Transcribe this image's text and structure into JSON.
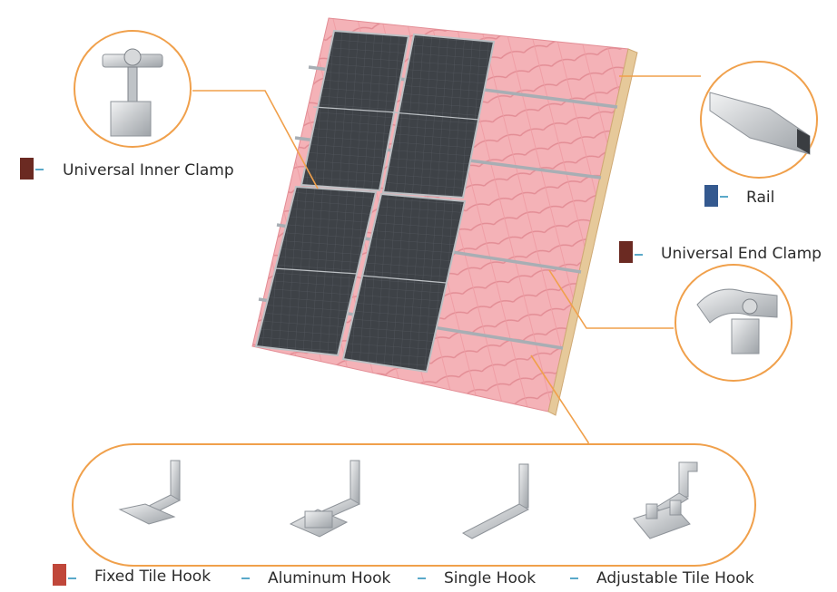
{
  "labels": {
    "inner_clamp": "Universal Inner Clamp",
    "rail": "Rail",
    "end_clamp": "Universal End Clamp",
    "fixed_tile_hook": "Fixed Tile Hook",
    "aluminum_hook": "Aluminum Hook",
    "single_hook": "Single Hook",
    "adjustable_tile_hook": "Adjustable Tile Hook"
  },
  "colors": {
    "callout_line": "#f0a04b",
    "roof_tile": "#f2a7ad",
    "solar_panel": "#3b3f44",
    "swatch_inner_clamp": "#6b2a22",
    "swatch_rail": "#34598f",
    "swatch_end_clamp": "#6b2a22",
    "swatch_fixed_hook": "#c0473a",
    "dash": "#5aa9c9"
  }
}
